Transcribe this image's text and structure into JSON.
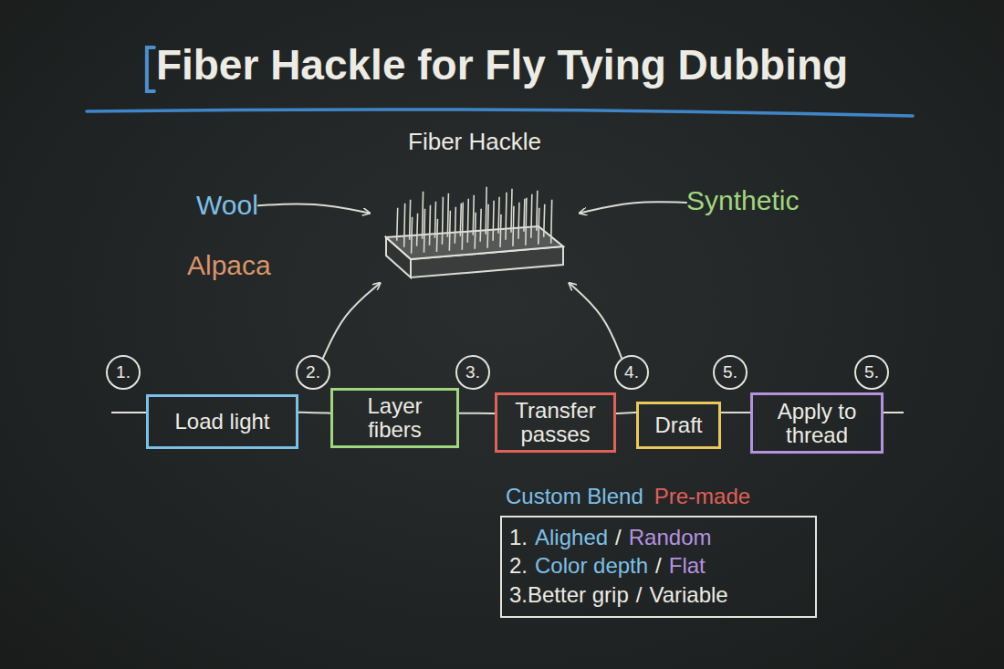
{
  "diagram": {
    "title": "Fiber Hackle for Fly Tying Dubbing",
    "nodes": [
      {
        "text": [
          "Fiber Hackle"
        ]
      },
      {
        "text": [
          "Wool"
        ]
      },
      {
        "text": [
          "Synthetic"
        ]
      },
      {
        "text": [
          "1."
        ]
      },
      {
        "text": [
          "Load light"
        ]
      },
      {
        "text": [
          "2."
        ]
      },
      {
        "text": [
          "Layer fibers"
        ]
      },
      {
        "text": [
          "3."
        ]
      },
      {
        "text": [
          "Transfer passes"
        ]
      },
      {
        "text": [
          "4."
        ]
      },
      {
        "text": [
          "Draft"
        ]
      },
      {
        "text": [
          "5."
        ]
      },
      {
        "text": [
          "Apply to thread"
        ]
      },
      {
        "text": [
          "5."
        ]
      },
      {
        "text": [
          "Custom Blend",
          "Pre-made",
          "1.",
          "Alighed",
          "/",
          "Random",
          "2.",
          "Color depth",
          "/",
          "Flat",
          "3.Better grip",
          "/",
          "Variable"
        ]
      }
    ],
    "edges": [
      {
        "from": 1,
        "to": 0,
        "arrow": "to"
      },
      {
        "from": 2,
        "to": 0,
        "arrow": "to"
      },
      {
        "from": 5,
        "to": 0,
        "arrow": "to"
      },
      {
        "from": 9,
        "to": 0,
        "arrow": "to"
      },
      {
        "from": 4,
        "to": 6,
        "arrow": "none"
      },
      {
        "from": 6,
        "to": 8,
        "arrow": "none"
      },
      {
        "from": 8,
        "to": 10,
        "arrow": "none"
      },
      {
        "from": 10,
        "to": 12,
        "arrow": "none"
      }
    ],
    "labels": [
      "Alpaca"
    ]
  }
}
